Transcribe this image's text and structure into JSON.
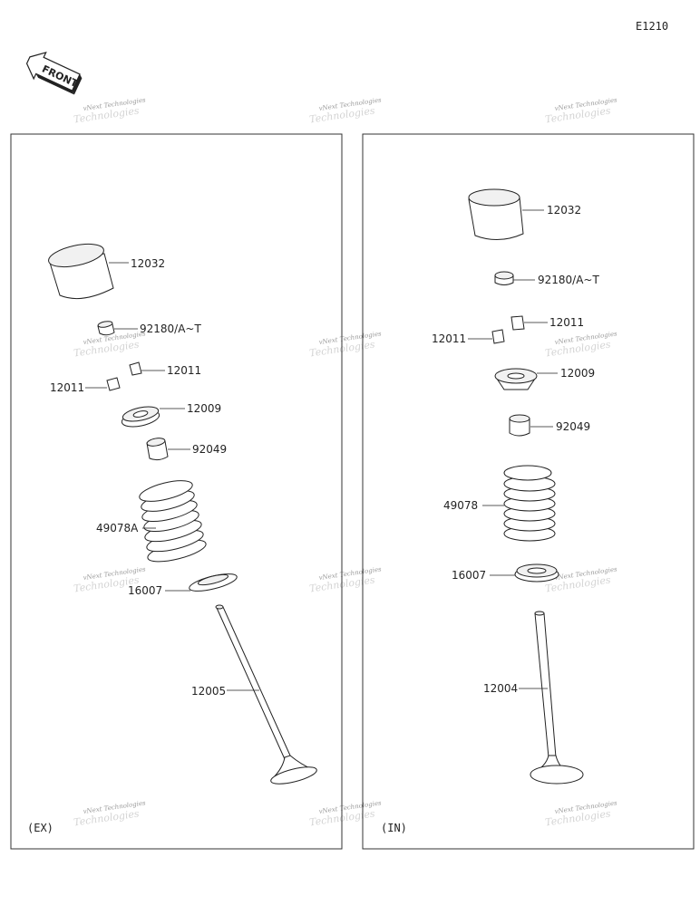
{
  "diagram": {
    "code": "E1210",
    "front_label": "FRONT",
    "watermark_text": "vNext Technologies",
    "panels": [
      {
        "id": "ex",
        "tag": "(EX)",
        "parts": [
          {
            "key": "tappet",
            "number": "12032"
          },
          {
            "key": "shim",
            "number": "92180/A~T"
          },
          {
            "key": "cotter_right",
            "number": "12011"
          },
          {
            "key": "cotter_left",
            "number": "12011"
          },
          {
            "key": "retainer",
            "number": "12009"
          },
          {
            "key": "stem_seal",
            "number": "92049"
          },
          {
            "key": "spring",
            "number": "49078A"
          },
          {
            "key": "spring_seat",
            "number": "16007"
          },
          {
            "key": "valve",
            "number": "12005"
          }
        ]
      },
      {
        "id": "in",
        "tag": "(IN)",
        "parts": [
          {
            "key": "tappet",
            "number": "12032"
          },
          {
            "key": "shim",
            "number": "92180/A~T"
          },
          {
            "key": "cotter_right",
            "number": "12011"
          },
          {
            "key": "cotter_left",
            "number": "12011"
          },
          {
            "key": "retainer",
            "number": "12009"
          },
          {
            "key": "stem_seal",
            "number": "92049"
          },
          {
            "key": "spring",
            "number": "49078"
          },
          {
            "key": "spring_seat",
            "number": "16007"
          },
          {
            "key": "valve",
            "number": "12004"
          }
        ]
      }
    ]
  }
}
